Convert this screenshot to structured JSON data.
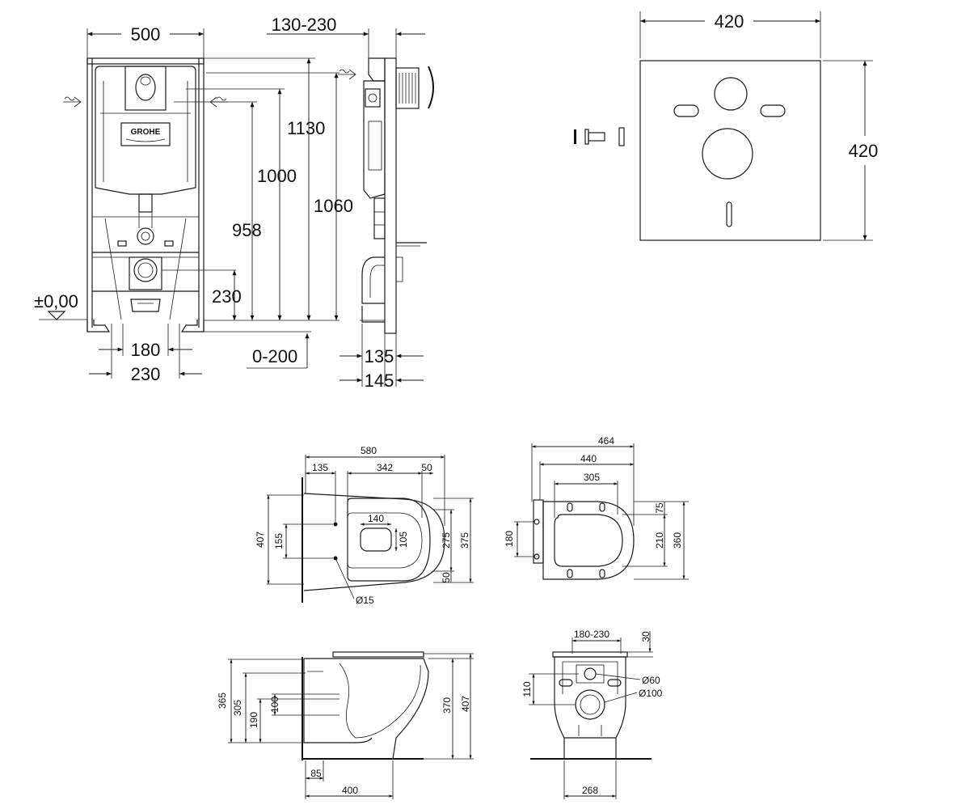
{
  "frame_front": {
    "width": "500",
    "h1130": "1130",
    "h1000": "1000",
    "h958": "958",
    "h1060": "1060",
    "h230": "230",
    "level": "±0,00",
    "w180": "180",
    "w230": "230",
    "adjust": "0-200",
    "logo": "GROHE"
  },
  "frame_side": {
    "depth": "130-230",
    "d135": "135",
    "d145": "145"
  },
  "panel": {
    "width": "420",
    "height": "420"
  },
  "bowl_top": {
    "d580": "580",
    "d135": "135",
    "d342": "342",
    "d50a": "50",
    "d140": "140",
    "d105": "105",
    "d407": "407",
    "d155": "155",
    "d275": "275",
    "d375": "375",
    "d50b": "50",
    "hole": "Ø15"
  },
  "seat_top": {
    "d464": "464",
    "d440": "440",
    "d305": "305",
    "d75": "75",
    "d180": "180",
    "d210": "210",
    "d360": "360"
  },
  "bowl_side": {
    "d365": "365",
    "d305": "305",
    "d190": "190",
    "d100": "100",
    "d370": "370",
    "d407": "407",
    "d85": "85",
    "d400": "400"
  },
  "bowl_back": {
    "d180_230": "180-230",
    "d30": "30",
    "d110": "110",
    "d60": "Ø60",
    "d100": "Ø100",
    "d268": "268"
  }
}
